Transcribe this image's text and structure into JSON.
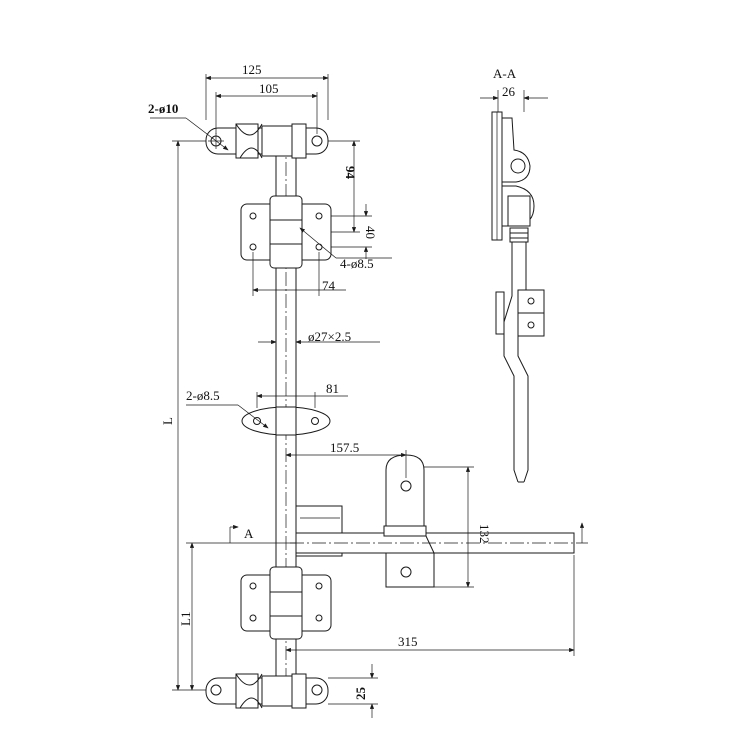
{
  "section_title": "A-A",
  "labels": {
    "holes_top": "2-ø10",
    "holes_plate": "4-ø8.5",
    "holes_mid": "2-ø8.5",
    "tube": "ø27×2.5",
    "section_marker": "A",
    "total_length": "L",
    "partial_length": "L1"
  },
  "dimensions": {
    "d125": "125",
    "d105": "105",
    "d94": "94",
    "d40": "40",
    "d74": "74",
    "d81": "81",
    "d157_5": "157.5",
    "d132": "132",
    "d315": "315",
    "d25": "25",
    "d26": "26"
  }
}
